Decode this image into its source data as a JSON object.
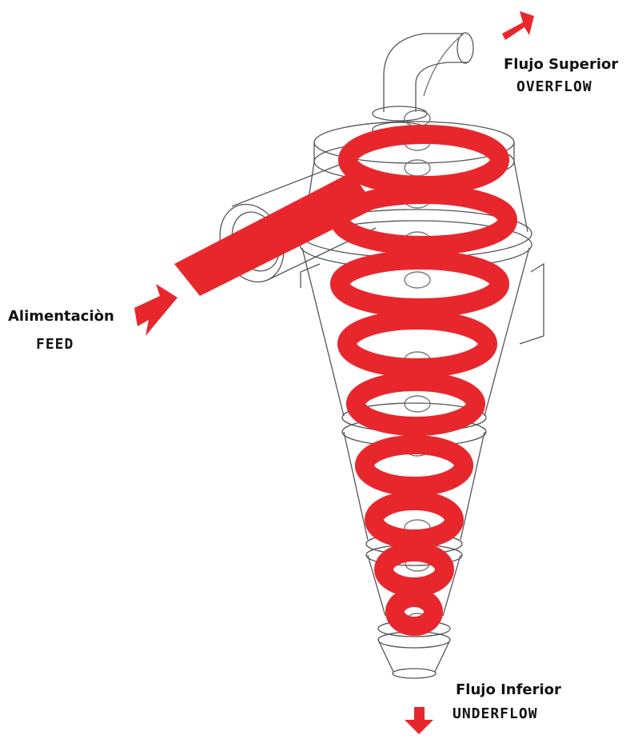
{
  "labels": {
    "overflow_es": "Flujo Superior",
    "overflow_en": "OVERFLOW",
    "feed_es": "Alimentaciòn",
    "feed_en": "FEED",
    "underflow_es": "Flujo Inferior",
    "underflow_en": "UNDERFLOW"
  },
  "colors": {
    "flow": "#e8272d",
    "outline": "#555555",
    "background": "#ffffff"
  }
}
